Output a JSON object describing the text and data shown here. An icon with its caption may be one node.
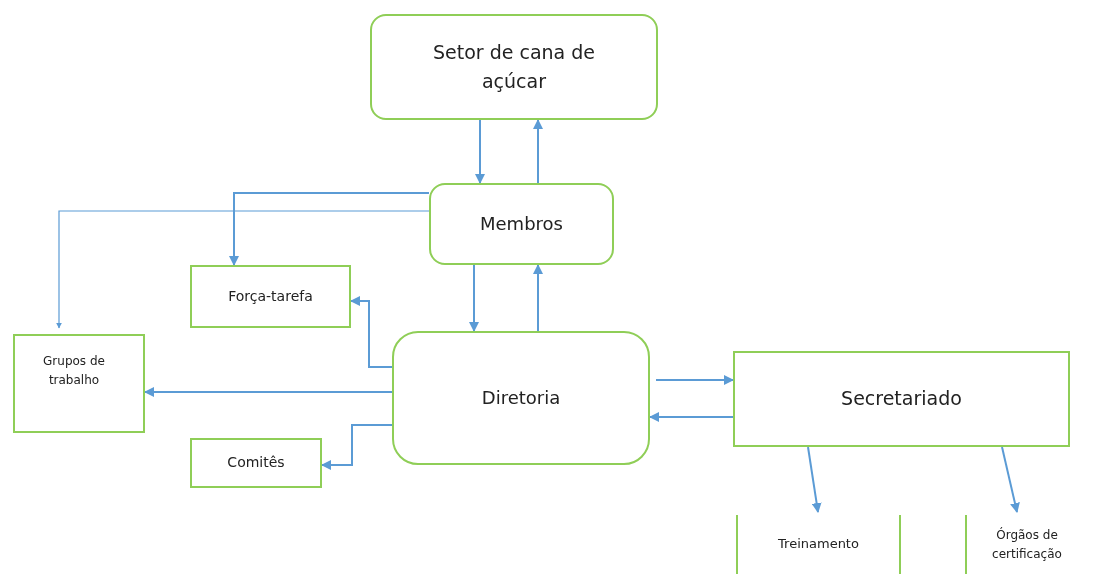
{
  "diagram": {
    "nodes": [
      {
        "text": [
          "Setor de cana de açúcar"
        ]
      },
      {
        "text": [
          "Membros"
        ]
      },
      {
        "text": [
          "Força-tarefa"
        ]
      },
      {
        "text": [
          "Grupos de trabalho"
        ]
      },
      {
        "text": [
          "Diretoria"
        ]
      },
      {
        "text": [
          "Comitês"
        ]
      },
      {
        "text": [
          "Secretariado"
        ]
      },
      {
        "text": [
          "Treinamento"
        ]
      },
      {
        "text": [
          "Órgãos de certificação"
        ]
      }
    ],
    "edges": [
      {
        "from": 0,
        "to": 1,
        "arrow": "to"
      },
      {
        "from": 1,
        "to": 0,
        "arrow": "to"
      },
      {
        "from": 1,
        "to": 2,
        "arrow": "to"
      },
      {
        "from": 1,
        "to": 3,
        "arrow": "to"
      },
      {
        "from": 1,
        "to": 4,
        "arrow": "to"
      },
      {
        "from": 4,
        "to": 1,
        "arrow": "to"
      },
      {
        "from": 4,
        "to": 2,
        "arrow": "to"
      },
      {
        "from": 4,
        "to": 3,
        "arrow": "to"
      },
      {
        "from": 4,
        "to": 5,
        "arrow": "to"
      },
      {
        "from": 4,
        "to": 6,
        "arrow": "to"
      },
      {
        "from": 6,
        "to": 4,
        "arrow": "to"
      },
      {
        "from": 6,
        "to": 7,
        "arrow": "to"
      },
      {
        "from": 6,
        "to": 8,
        "arrow": "to"
      }
    ]
  }
}
